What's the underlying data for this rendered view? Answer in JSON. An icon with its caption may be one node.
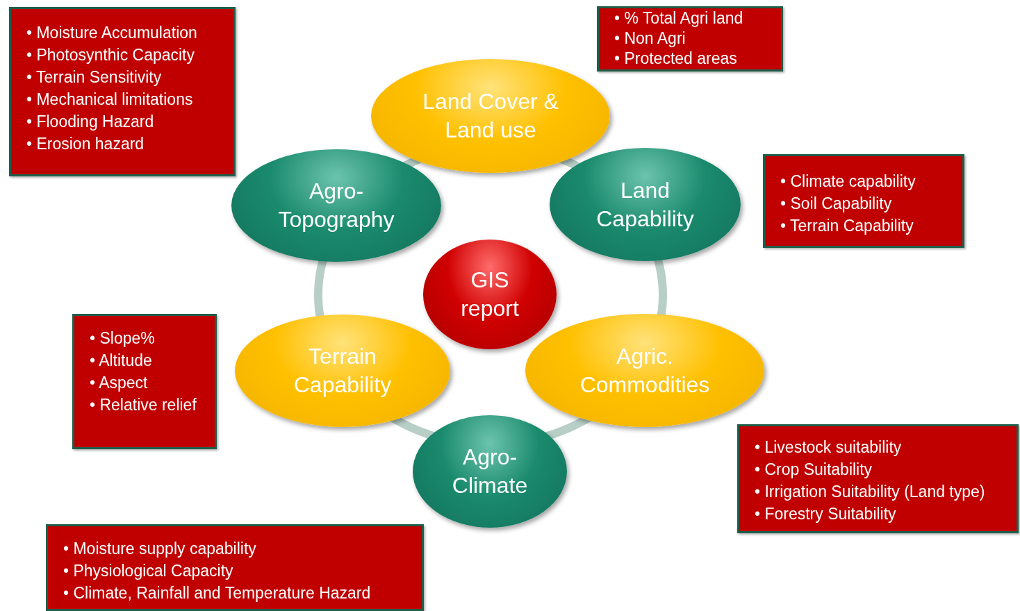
{
  "diagram": {
    "nodes": [
      {
        "text": [
          "• Moisture Accumulation",
          "• Photosynthic Capacity",
          "• Terrain Sensitivity",
          "• Mechanical limitations",
          "• Flooding Hazard",
          "• Erosion hazard"
        ]
      },
      {
        "text": [
          "• % Total Agri land",
          "• Non Agri",
          "• Protected areas"
        ]
      },
      {
        "text": [
          "Land Cover & Land use"
        ]
      },
      {
        "text": [
          "Agro-Topography"
        ]
      },
      {
        "text": [
          "Land Capability"
        ]
      },
      {
        "text": [
          "• Climate capability",
          "• Soil Capability",
          "• Terrain Capability"
        ]
      },
      {
        "text": [
          "GIS report"
        ]
      },
      {
        "text": [
          "• Slope%",
          "• Altitude",
          "• Aspect",
          "• Relative relief"
        ]
      },
      {
        "text": [
          "Terrain Capability"
        ]
      },
      {
        "text": [
          "Agric. Commodities"
        ]
      },
      {
        "text": [
          "• Livestock suitability",
          "• Crop Suitability",
          "• Irrigation Suitability (Land type)",
          "• Forestry Suitability"
        ]
      },
      {
        "text": [
          "Agro-Climate"
        ]
      },
      {
        "text": [
          "• Moisture supply capability",
          "• Physiological Capacity",
          "• Climate, Rainfall and Temperature Hazard"
        ]
      }
    ]
  }
}
